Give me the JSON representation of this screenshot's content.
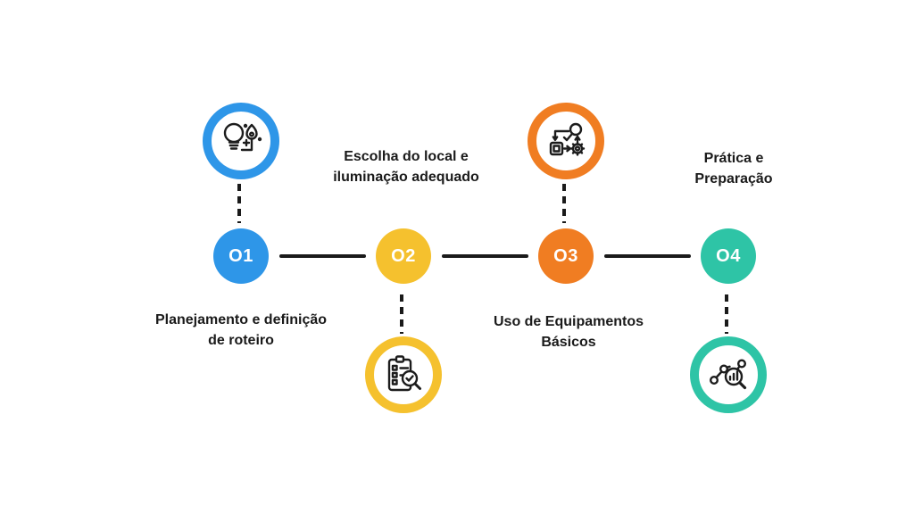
{
  "background_color": "#ffffff",
  "line_color": "#1a1a1a",
  "text_color": "#1a1a1a",
  "steps": [
    {
      "number": "O1",
      "color": "#2E96E8",
      "icon": "lightbulb-pen-icon",
      "icon_position": "above",
      "caption_line1": "Planejamento e definição",
      "caption_line2": "de roteiro"
    },
    {
      "number": "O2",
      "color": "#F5C12E",
      "icon": "checklist-magnifier-icon",
      "icon_position": "below",
      "caption_line1": "Escolha do local e",
      "caption_line2": "iluminação adequado"
    },
    {
      "number": "O3",
      "color": "#F07D22",
      "icon": "workflow-gear-icon",
      "icon_position": "above",
      "caption_line1": "Uso de Equipamentos",
      "caption_line2": "Básicos"
    },
    {
      "number": "O4",
      "color": "#2EC4A6",
      "icon": "analytics-magnifier-icon",
      "icon_position": "below",
      "caption_line1": "Prática e",
      "caption_line2": "Preparação"
    }
  ]
}
